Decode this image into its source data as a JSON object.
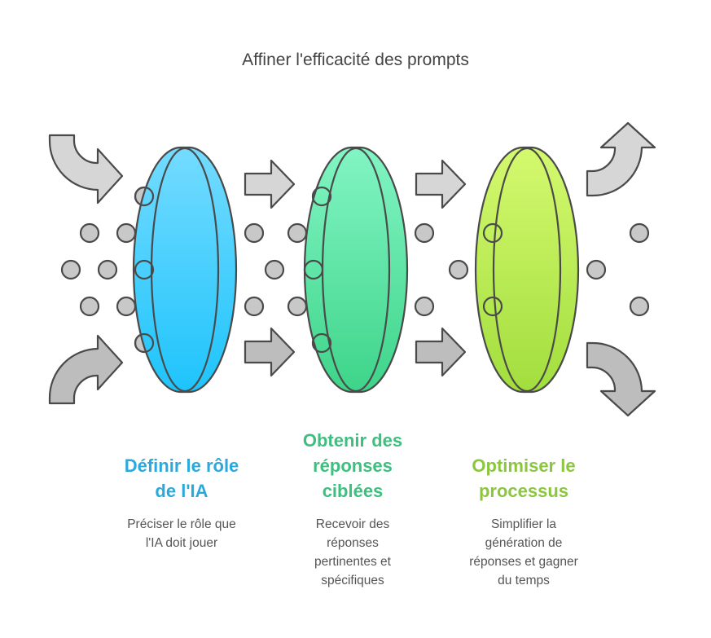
{
  "title": "Affiner l'efficacité des prompts",
  "steps": [
    {
      "heading_lines": [
        "Définir le rôle",
        "de l'IA"
      ],
      "description_lines": [
        "Préciser le rôle que",
        "l'IA doit jouer"
      ],
      "color": "#2aa9dc",
      "ring_colors": [
        "#74dbff",
        "#1ec4fc"
      ]
    },
    {
      "heading_lines": [
        "Obtenir des",
        "réponses",
        "ciblées"
      ],
      "description_lines": [
        "Recevoir des",
        "réponses",
        "pertinentes et",
        "spécifiques"
      ],
      "color": "#3dbf7f",
      "ring_colors": [
        "#82f5c4",
        "#3ed489"
      ]
    },
    {
      "heading_lines": [
        "Optimiser le",
        "processus"
      ],
      "description_lines": [
        "Simplifier la",
        "génération de",
        "réponses et gagner",
        "du temps"
      ],
      "color": "#8cc63f",
      "ring_colors": [
        "#d4f96e",
        "#a2de3e"
      ]
    }
  ]
}
